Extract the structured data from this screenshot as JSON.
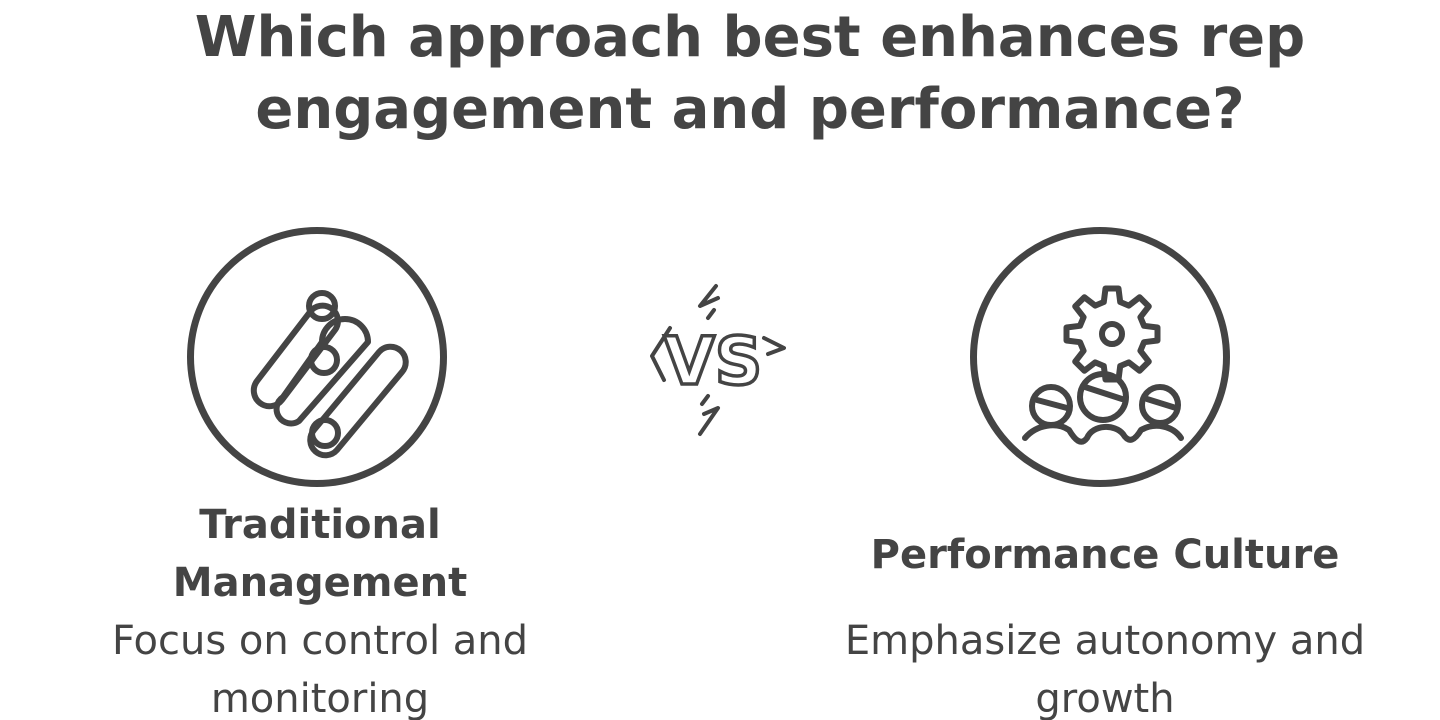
{
  "title": "Which approach best enhances rep engagement and performance?",
  "comparison": {
    "vs_label": "VS",
    "left": {
      "icon": "tangled-coils-icon",
      "title": "Traditional Management",
      "description": "Focus on control and monitoring"
    },
    "right": {
      "icon": "gear-and-team-icon",
      "title": "Performance Culture",
      "description": "Emphasize autonomy and growth"
    }
  },
  "colors": {
    "ink": "#444444",
    "background": "#ffffff"
  }
}
